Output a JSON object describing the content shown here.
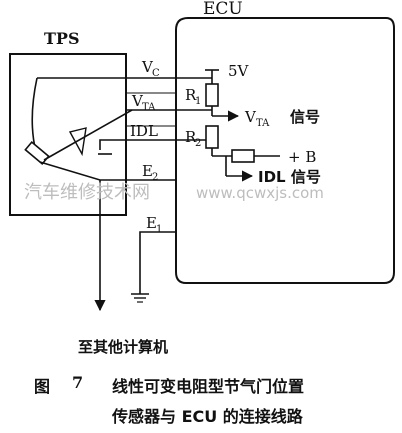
{
  "labels": {
    "ecu": "ECU",
    "tps": "TPS",
    "vc_main": "V",
    "vc_sub": "C",
    "vta_main": "V",
    "vta_sub": "TA",
    "idl": "IDL",
    "e2_main": "E",
    "e2_sub": "2",
    "e1_main": "E",
    "e1_sub": "1",
    "supply": "5V",
    "r1_main": "R",
    "r1_sub": "1",
    "r2_main": "R",
    "r2_sub": "2",
    "vta_signal_main": "V",
    "vta_signal_sub": "TA",
    "vta_signal_cn": "信号",
    "plus_b": "+ B",
    "idl_signal": "IDL 信号",
    "to_other_computer": "至其他计算机"
  },
  "watermark": {
    "cn": "汽车维修技术网",
    "url": "www.qcwxjs.com"
  },
  "caption": {
    "figure_label": "图",
    "figure_number": "7",
    "line1": "线性可变电阻型节气门位置",
    "line2": "传感器与 ECU 的连接线路"
  },
  "colors": {
    "ink": "#111111",
    "watermark": "#bdbdbd",
    "background": "#ffffff"
  }
}
